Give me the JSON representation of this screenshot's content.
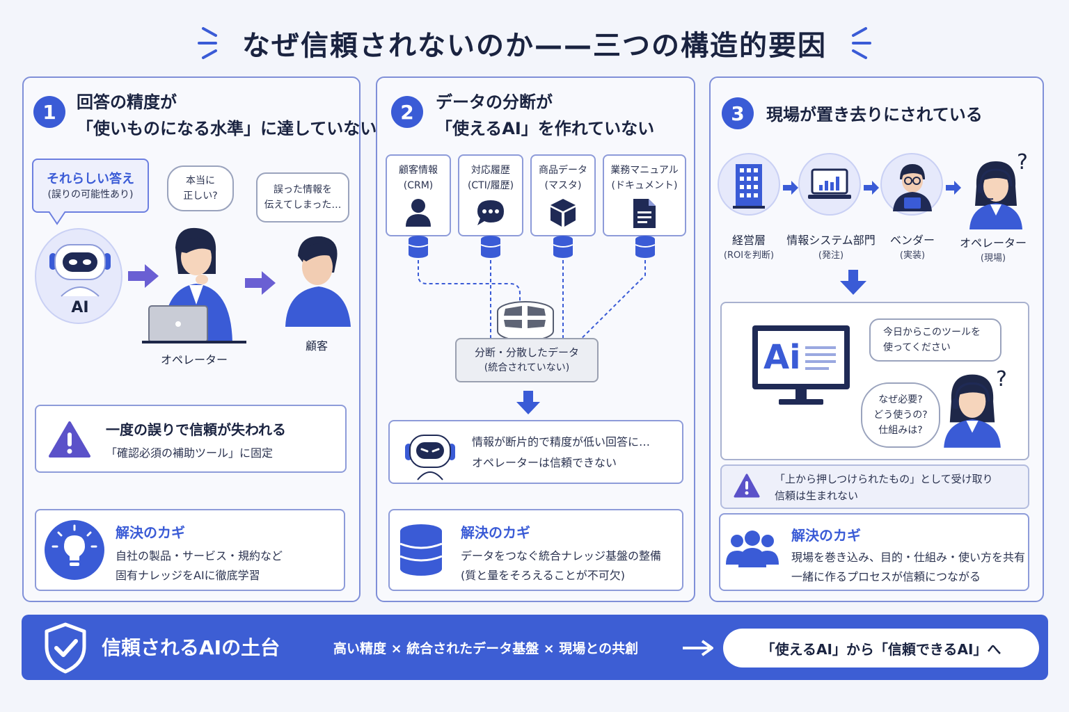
{
  "title": "なぜ信頼されないのか——三つの構造的要因",
  "colors": {
    "accent": "#3a5bd6",
    "border": "#7f8fd8",
    "dark": "#1a2340"
  },
  "card1": {
    "number": "1",
    "heading_line1": "回答の精度が",
    "heading_line2": "「使いものになる水準」に達していない",
    "ai_bubble_title": "それらしい答え",
    "ai_bubble_sub": "(誤りの可能性あり)",
    "ai_label": "AI",
    "operator_thought_1": "本当に",
    "operator_thought_2": "正しい?",
    "customer_bubble_1": "誤った情報を",
    "customer_bubble_2": "伝えてしまった…",
    "operator_label": "オペレーター",
    "customer_label": "顧客",
    "warning_title": "一度の誤りで信頼が失われる",
    "warning_sub": "「確認必須の補助ツール」に固定",
    "key_title": "解決のカギ",
    "key_line1": "自社の製品・サービス・規約など",
    "key_line2": "固有ナレッジをAIに徹底学習",
    "icons": [
      "robot-icon",
      "operator-icon",
      "customer-icon",
      "warning-icon",
      "lightbulb-icon"
    ]
  },
  "card2": {
    "number": "2",
    "heading_line1": "データの分断が",
    "heading_line2": "「使えるAI」を作れていない",
    "sources": [
      {
        "line1": "顧客情報",
        "line2": "(CRM)",
        "icon": "person-icon"
      },
      {
        "line1": "対応履歴",
        "line2": "(CTI/履歴)",
        "icon": "chat-icon"
      },
      {
        "line1": "商品データ",
        "line2": "(マスタ)",
        "icon": "cube-icon"
      },
      {
        "line1": "業務マニュアル",
        "line2": "(ドキュメント)",
        "icon": "document-icon"
      }
    ],
    "hub_line1": "分断・分散したデータ",
    "hub_line2": "(統合されていない)",
    "robot_line1": "情報が断片的で精度が低い回答に…",
    "robot_line2": "オペレーターは信頼できない",
    "key_title": "解決のカギ",
    "key_line1": "データをつなぐ統合ナレッジ基盤の整備",
    "key_line2": "(質と量をそろえることが不可欠)"
  },
  "card3": {
    "number": "3",
    "heading": "現場が置き去りにされている",
    "chain": [
      {
        "label": "経営層",
        "sub": "(ROIを判断)",
        "icon": "building-icon"
      },
      {
        "label": "情報システム部門",
        "sub": "(発注)",
        "icon": "laptop-chart-icon"
      },
      {
        "label": "ベンダー",
        "sub": "(実装)",
        "icon": "developer-icon"
      },
      {
        "label": "オペレーター",
        "sub": "(現場)",
        "icon": "headset-operator-icon"
      }
    ],
    "question_mark": "?",
    "ai_screen_text": "Ai",
    "tool_bubble_1": "今日からこのツールを",
    "tool_bubble_2": "使ってください",
    "thought_1": "なぜ必要?",
    "thought_2": "どう使うの?",
    "thought_3": "仕組みは?",
    "warning_line1": "「上から押しつけられたもの」として受け取り",
    "warning_line2": "信頼は生まれない",
    "key_title": "解決のカギ",
    "key_line1": "現場を巻き込み、目的・仕組み・使い方を共有",
    "key_line2": "一緒に作るプロセスが信頼につながる"
  },
  "bottom": {
    "title": "信頼されるAIの土台",
    "formula": "高い精度 × 統合されたデータ基盤 × 現場との共創",
    "result": "「使えるAI」から「信頼できるAI」へ",
    "icon": "shield-check-icon"
  }
}
